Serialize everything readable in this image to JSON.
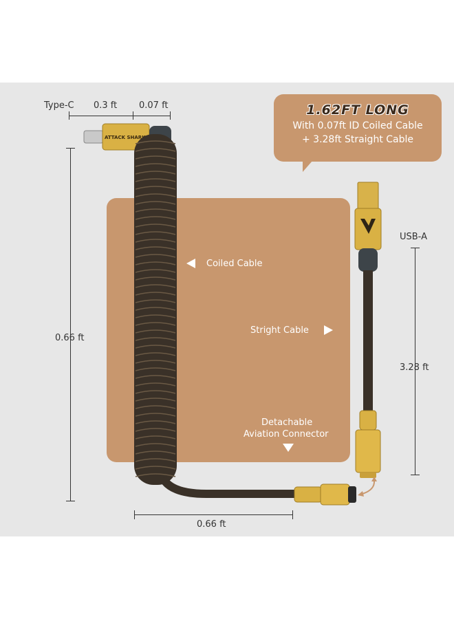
{
  "bubble": {
    "title": "1.62FT LONG",
    "line1": "With 0.07ft ID Coiled Cable",
    "line2": "+ 3.28ft Straight Cable"
  },
  "dimensions": {
    "type_c": "Type-C",
    "plug_length": "0.3 ft",
    "coil_id": "0.07 ft",
    "coil_height": "0.66 ft",
    "coil_bottom": "0.66 ft",
    "usb_a": "USB-A",
    "straight_length": "3.28 ft"
  },
  "callouts": {
    "coiled": "Coiled Cable",
    "straight": "Stright Cable",
    "connector_line1": "Detachable",
    "connector_line2": "Aviation Connector"
  },
  "product": {
    "plug_brand": "ATTACK SHARK"
  },
  "colors": {
    "panel": "#c8976e",
    "background": "#e7e7e7",
    "cable": "#3a3128",
    "gold": "#d9b144"
  }
}
